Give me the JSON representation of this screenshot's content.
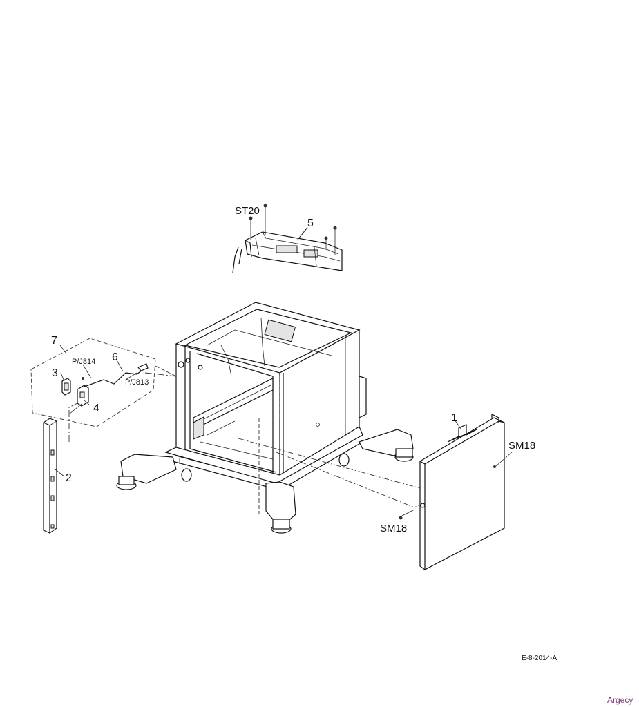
{
  "callouts": {
    "c1": "1",
    "c2": "2",
    "c3": "3",
    "c4": "4",
    "c5": "5",
    "c6": "6",
    "c7": "7",
    "st20": "ST20",
    "sm18_top": "SM18",
    "sm18_bottom": "SM18",
    "pj814": "P/J814",
    "pj813": "P/J813"
  },
  "figure_id": "E-8-2014-A",
  "watermark": "Argecy"
}
